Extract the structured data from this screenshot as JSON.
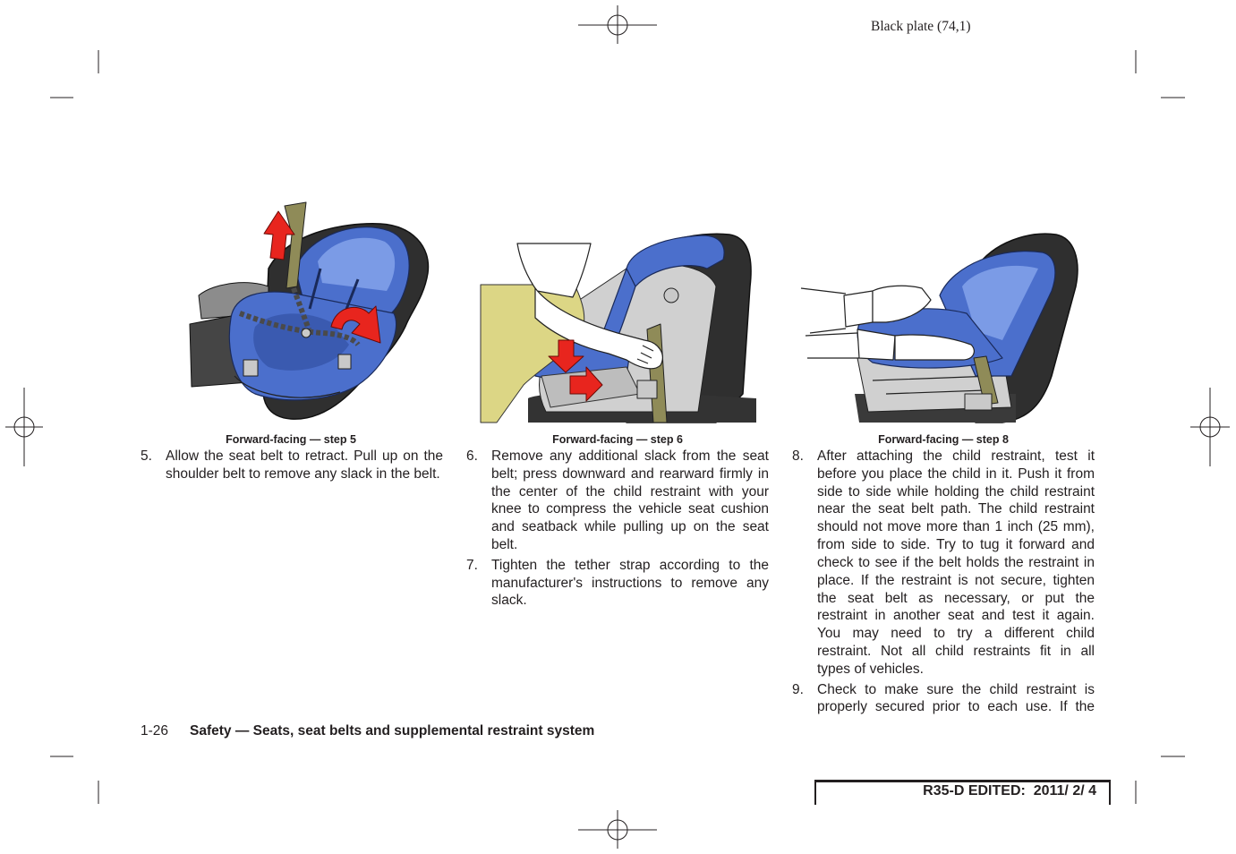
{
  "header": {
    "plate": "Black plate (74,1)"
  },
  "figures": [
    {
      "caption": "Forward-facing — step 5"
    },
    {
      "caption": "Forward-facing — step 6"
    },
    {
      "caption": "Forward-facing — step 8"
    }
  ],
  "columns": [
    {
      "items": [
        {
          "number": "5.",
          "lines": [
            "Allow the seat belt to retract. Pull up on the",
            "shoulder belt to remove any slack in the belt."
          ]
        }
      ]
    },
    {
      "items": [
        {
          "number": "6.",
          "lines": [
            "Remove any additional slack from the seat",
            "belt; press downward and rearward firmly in",
            "the center of the child restraint with your",
            "knee to compress the vehicle seat cushion",
            "and seatback while pulling up on the seat",
            "belt."
          ]
        },
        {
          "number": "7.",
          "lines": [
            "Tighten the tether strap according to the",
            "manufacturer's instructions to remove any",
            "slack."
          ]
        }
      ]
    },
    {
      "items": [
        {
          "number": "8.",
          "lines": [
            "After attaching the child restraint, test it",
            "before you place the child in it. Push it from",
            "side to side while holding the child restraint",
            "near the seat belt path. The child restraint",
            "should not move more than 1 inch (25 mm),",
            "from side to side. Try to tug it forward and",
            "check to see if the belt holds the restraint in",
            "place. If the restraint is not secure, tighten",
            "the seat belt as necessary, or put the",
            "restraint in another seat and test it again.",
            "You may need to try a different child",
            "restraint. Not all child restraints fit in all",
            "types of vehicles."
          ]
        },
        {
          "number": "9.",
          "lines": [
            "Check to make sure the child restraint is",
            "properly secured prior to each use. If the"
          ]
        }
      ]
    }
  ],
  "footer": {
    "page_number": "1-26",
    "section_title": "Safety — Seats, seat belts and supplemental restraint system",
    "edit_stamp": "R35-D EDITED:  2011/ 2/ 4"
  },
  "colors": {
    "seat_blue": "#4b6fcc",
    "seat_blue_light": "#7b9be6",
    "seat_blue_dark": "#3a5ab0",
    "vehicle_seat": "#2f2f2f",
    "belt": "#8f8b58",
    "arrow_red": "#e8251e",
    "pants": "#dcd685"
  }
}
